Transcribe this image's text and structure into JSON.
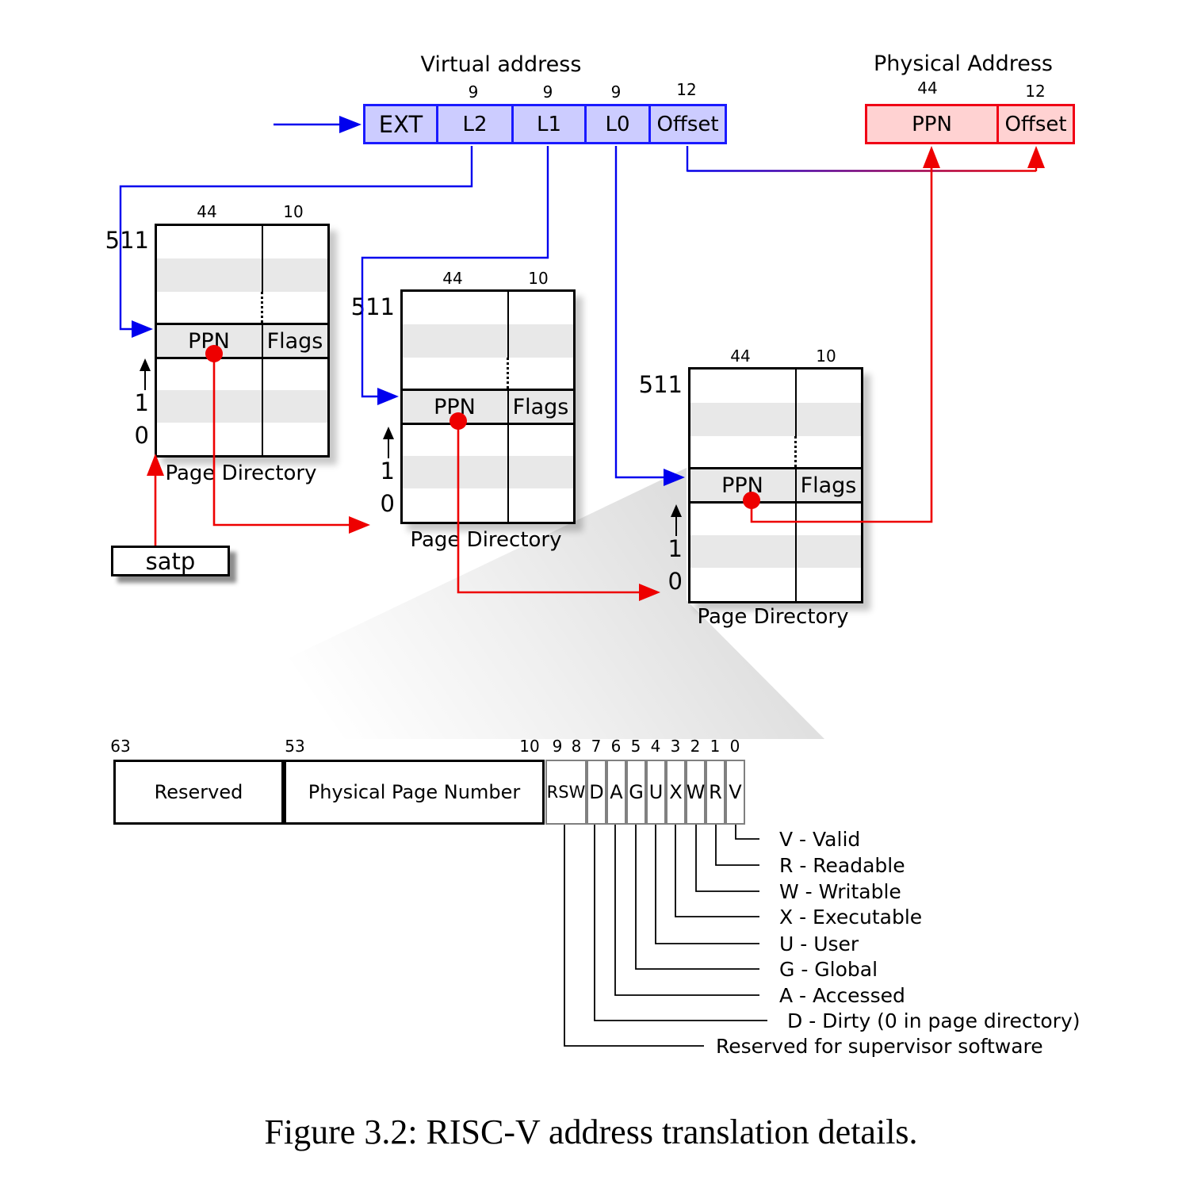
{
  "virtual_address": {
    "title": "Virtual address",
    "fields": [
      {
        "label": "EXT",
        "bits": ""
      },
      {
        "label": "L2",
        "bits": "9"
      },
      {
        "label": "L1",
        "bits": "9"
      },
      {
        "label": "L0",
        "bits": "9"
      },
      {
        "label": "Offset",
        "bits": "12"
      }
    ]
  },
  "physical_address": {
    "title": "Physical Address",
    "fields": [
      {
        "label": "PPN",
        "bits": "44"
      },
      {
        "label": "Offset",
        "bits": "12"
      }
    ]
  },
  "page_directories": [
    {
      "bits_ppn": "44",
      "bits_flags": "10",
      "index_top": "511",
      "index_1": "1",
      "index_0": "0",
      "entry_ppn": "PPN",
      "entry_flags": "Flags",
      "caption": "Page Directory"
    },
    {
      "bits_ppn": "44",
      "bits_flags": "10",
      "index_top": "511",
      "index_1": "1",
      "index_0": "0",
      "entry_ppn": "PPN",
      "entry_flags": "Flags",
      "caption": "Page Directory"
    },
    {
      "bits_ppn": "44",
      "bits_flags": "10",
      "index_top": "511",
      "index_1": "1",
      "index_0": "0",
      "entry_ppn": "PPN",
      "entry_flags": "Flags",
      "caption": "Page Directory"
    }
  ],
  "satp": {
    "label": "satp"
  },
  "pte": {
    "bit_positions": [
      "63",
      "53",
      "10",
      "9",
      "8",
      "7",
      "6",
      "5",
      "4",
      "3",
      "2",
      "1",
      "0"
    ],
    "fields": [
      "Reserved",
      "Physical Page Number",
      "RSW",
      "D",
      "A",
      "G",
      "U",
      "X",
      "W",
      "R",
      "V"
    ]
  },
  "legend": {
    "items": [
      "V - Valid",
      "R - Readable",
      "W - Writable",
      "X - Executable",
      "U - User",
      "G - Global",
      "A - Accessed",
      "D - Dirty (0 in page directory)",
      "Reserved for supervisor software"
    ]
  },
  "figure_caption": "Figure 3.2: RISC-V address translation details.",
  "colors": {
    "virtual_fill": "#ccccff",
    "virtual_border": "#1a1aff",
    "physical_fill": "#ffd2d2",
    "physical_border": "#f00014",
    "highlight_row": "#e8e8e8",
    "arrow_blue": "#0000ee",
    "arrow_red": "#ee0000"
  }
}
